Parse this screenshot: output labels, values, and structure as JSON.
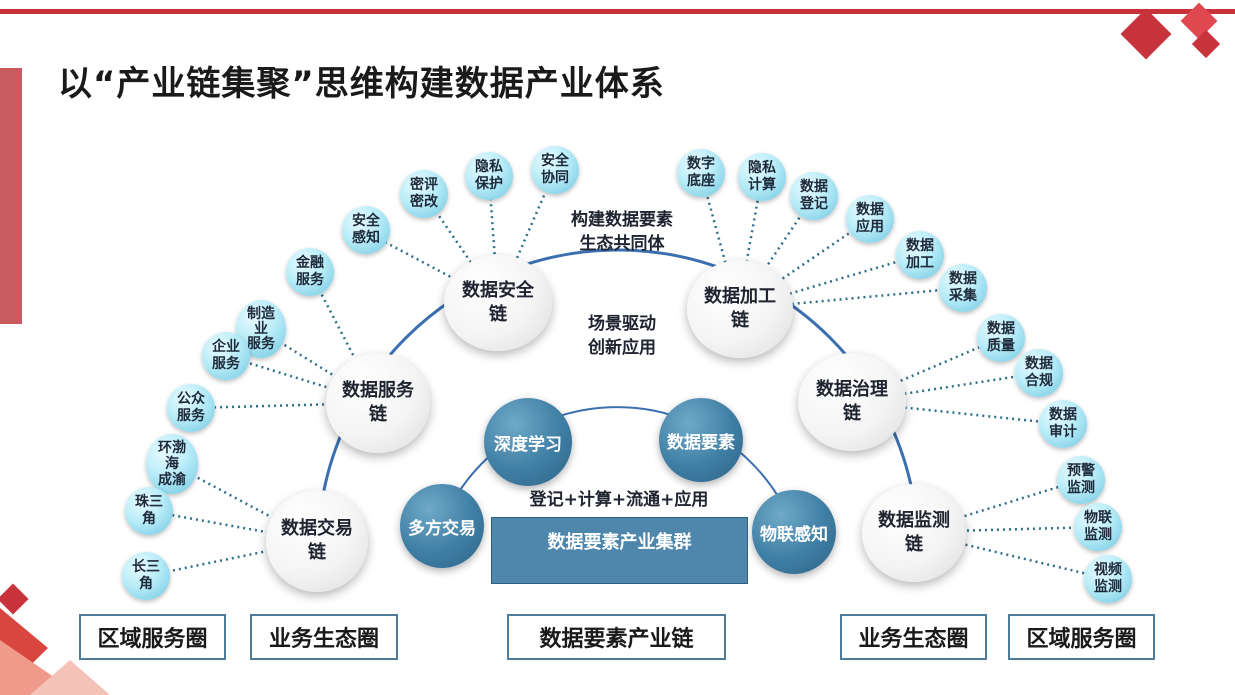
{
  "title": "以“产业链集聚”思维构建数据产业体系",
  "chains": {
    "security": "数据安全\n链",
    "processing": "数据加工\n链",
    "service": "数据服务\n链",
    "governance": "数据治理\n链",
    "trading": "数据交易\n链",
    "monitoring": "数据监测\n链"
  },
  "satellites": {
    "security": [
      "安全\n感知",
      "密评\n密改",
      "隐私\n保护",
      "安全\n协同"
    ],
    "processing": [
      "数字\n底座",
      "隐私\n计算",
      "数据\n登记",
      "数据\n应用",
      "数据\n加工",
      "数据\n采集"
    ],
    "service": [
      "金融\n服务",
      "制造\n业\n服务",
      "企业\n服务",
      "公众\n服务"
    ],
    "governance": [
      "数据\n质量",
      "数据\n合规",
      "数据\n审计"
    ],
    "trading": [
      "环渤\n海\n成渝",
      "珠三\n角",
      "长三\n角"
    ],
    "monitoring": [
      "预警\n监测",
      "物联\n监测",
      "视频\n监测"
    ]
  },
  "center": {
    "ecosystem": "构建数据要素\n生态共同体",
    "scenario": "场景驱动\n创新应用",
    "formula": "登记+计算+流通+应用",
    "cluster": "数据要素产业集群"
  },
  "core": {
    "deep_learning": "深度学习",
    "data_elements": "数据要素",
    "multi_trading": "多方交易",
    "iot": "物联感知"
  },
  "bottom_labels": {
    "left_region": "区域服务圈",
    "left_business": "业务生态圈",
    "center_chain": "数据要素产业链",
    "right_business": "业务生态圈",
    "right_region": "区域服务圈"
  },
  "colors": {
    "accent_red": "#c8323a",
    "node_blue": "#3f7ea4",
    "satellite_cyan": "#b8ecf8",
    "border_blue": "#4e7c9c"
  }
}
